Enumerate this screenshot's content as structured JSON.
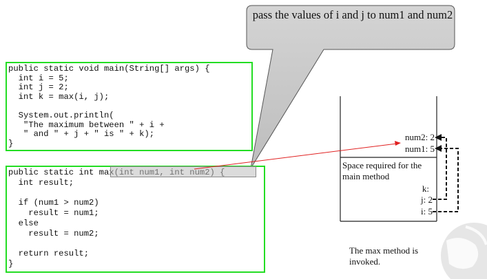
{
  "callout": {
    "text": "pass the values of i and j to num1 and num2"
  },
  "main_code": {
    "lines": [
      "public static void main(String[] args) {",
      "  int i = 5;",
      "  int j = 2;",
      "  int k = max(i, j);",
      "",
      "  System.out.println(",
      "   \"The maximum between \" + i +",
      "   \" and \" + j + \" is \" + k);",
      "}"
    ]
  },
  "max_code": {
    "lines": [
      "public static int max(int num1, int num2) {",
      "  int result;",
      "",
      "  if (num1 > num2)",
      "    result = num1;",
      "  else",
      "    result = num2;",
      "",
      "  return result;",
      "}"
    ]
  },
  "stack": {
    "num2": "num2: 2",
    "num1": "num1: 5",
    "space_label": "Space required for the main method",
    "k": "k:",
    "j": "j: 2",
    "i": "i: 5"
  },
  "footnote": "The max method is invoked.",
  "colors": {
    "code_border": "#22dd22",
    "arrow": "#e02020",
    "callout_fill": "#c8c8c8"
  }
}
